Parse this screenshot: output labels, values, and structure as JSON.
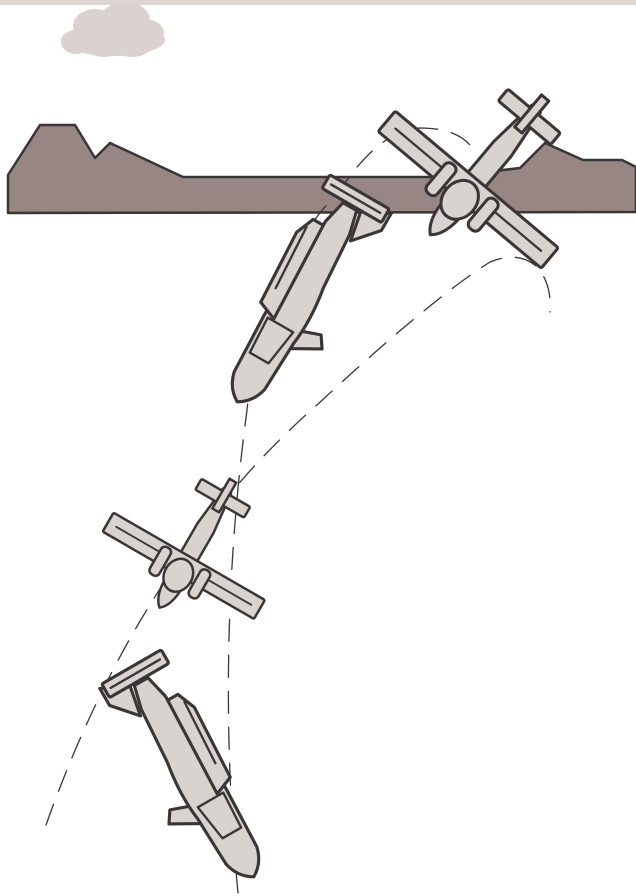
{
  "colors": {
    "background": "#ffffff",
    "top_band": "#ddd6d3",
    "cloud": "#d9d2cf",
    "mountain": "#978684",
    "ink": "#3a3536",
    "aircraft_fill": "#d9d3d0"
  },
  "scene": {
    "description_free": true,
    "elements": [
      {
        "name": "sky-band",
        "kind": "band"
      },
      {
        "name": "cloud-icon",
        "kind": "cloud"
      },
      {
        "name": "mountain-ridge",
        "kind": "terrain"
      },
      {
        "name": "flight-path-outer",
        "kind": "dashed-trail"
      },
      {
        "name": "flight-path-inner",
        "kind": "dashed-trail"
      },
      {
        "name": "airplane-icon",
        "kind": "aircraft",
        "count": 4
      }
    ]
  }
}
